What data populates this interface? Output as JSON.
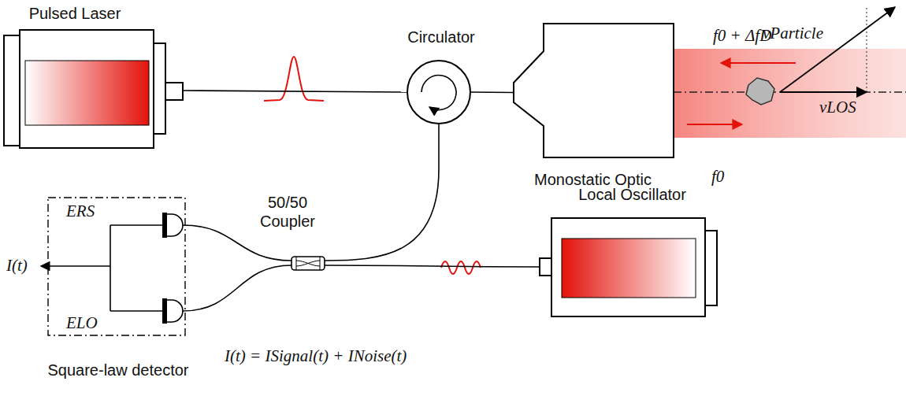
{
  "diagram": {
    "nodes": [
      {
        "text": [
          "Pulsed Laser"
        ]
      },
      {
        "text": [
          "Circulator"
        ]
      },
      {
        "text": [
          "Monostatic Optic"
        ]
      },
      {
        "text": [
          "50/50 Coupler"
        ]
      },
      {
        "text": [
          "Local Oscillator"
        ]
      },
      {
        "text": [
          "Square-law detector"
        ]
      }
    ],
    "edges": [
      {
        "from": 0,
        "to": 1,
        "arrow": "none"
      },
      {
        "from": 1,
        "to": 2,
        "arrow": "none"
      },
      {
        "from": 1,
        "to": 3,
        "arrow": "none"
      },
      {
        "from": 4,
        "to": 3,
        "arrow": "none"
      },
      {
        "from": 3,
        "to": 5,
        "arrow": "none"
      },
      {
        "from": 3,
        "to": 5,
        "arrow": "none"
      }
    ],
    "labels": [
      "f0 + ΔfD",
      "f0",
      "vParticle",
      "vLOS",
      "ERS",
      "ELO",
      "I(t)",
      "I(t) = ISignal(t) + INoise(t)"
    ]
  }
}
